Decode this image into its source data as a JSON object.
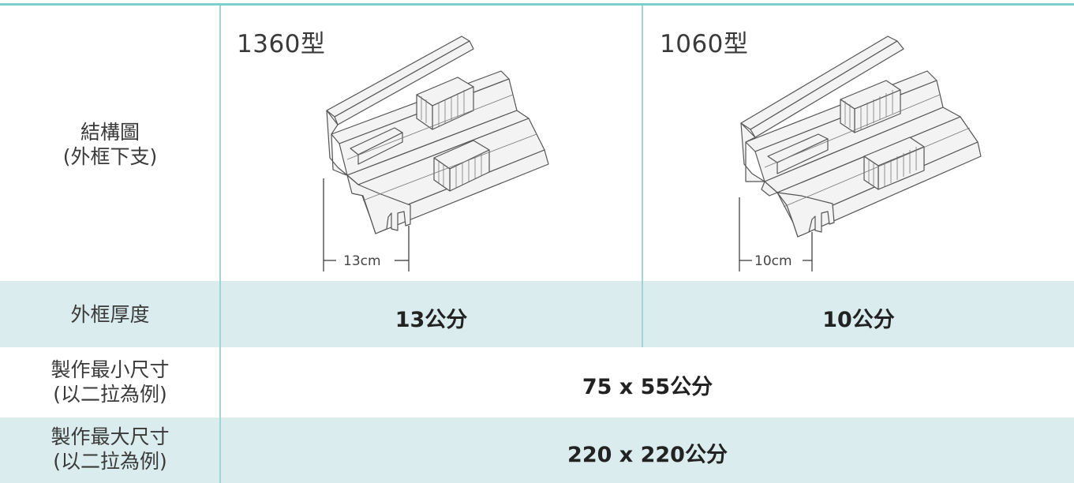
{
  "rows": {
    "structure": {
      "label_line1": "結構圖",
      "label_line2": "(外框下支)"
    },
    "frame_thickness": {
      "label": "外框厚度",
      "value_1360": "13公分",
      "value_1060": "10公分"
    },
    "min_size": {
      "label_line1": "製作最小尺寸",
      "label_line2": "(以二拉為例)",
      "value": "75 x 55公分"
    },
    "max_size": {
      "label_line1": "製作最大尺寸",
      "label_line2": "(以二拉為例)",
      "value": "220 x 220公分"
    }
  },
  "models": [
    {
      "name": "1360型",
      "dimension": "13cm",
      "image": "aluminum-frame-profile-1360"
    },
    {
      "name": "1060型",
      "dimension": "10cm",
      "image": "aluminum-frame-profile-1060"
    }
  ],
  "colors": {
    "accent_line": "#7ccfce",
    "band_fill": "#daeced",
    "grid_line": "#9dd7d4"
  }
}
